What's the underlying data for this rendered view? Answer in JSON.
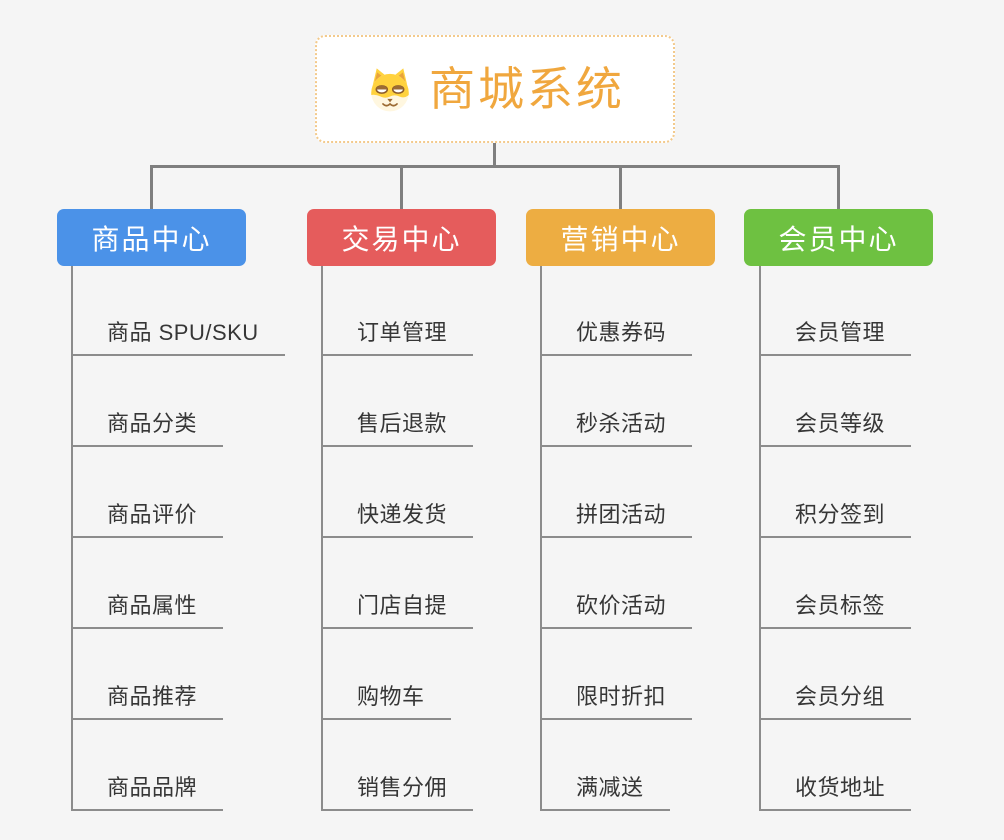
{
  "canvas": {
    "background": "#F5F5F5"
  },
  "root": {
    "label": "商城系统",
    "icon": "dog-face-icon",
    "text_color": "#F0A73E",
    "border_color": "#F3CA8C",
    "background": "#FFFFFF"
  },
  "colors": {
    "connector": "#7F7F7F",
    "leaf_line": "#8C8C8C",
    "leaf_text": "#363636"
  },
  "branches": [
    {
      "id": "product-center",
      "label": "商品中心",
      "color": "#4B92E8",
      "items": [
        "商品 SPU/SKU",
        "商品分类",
        "商品评价",
        "商品属性",
        "商品推荐",
        "商品品牌"
      ]
    },
    {
      "id": "trade-center",
      "label": "交易中心",
      "color": "#E55C5C",
      "items": [
        "订单管理",
        "售后退款",
        "快递发货",
        "门店自提",
        "购物车",
        "销售分佣"
      ]
    },
    {
      "id": "marketing-center",
      "label": "营销中心",
      "color": "#EDAD42",
      "items": [
        "优惠券码",
        "秒杀活动",
        "拼团活动",
        "砍价活动",
        "限时折扣",
        "满减送"
      ]
    },
    {
      "id": "member-center",
      "label": "会员中心",
      "color": "#6EC141",
      "items": [
        "会员管理",
        "会员等级",
        "积分签到",
        "会员标签",
        "会员分组",
        "收货地址"
      ]
    }
  ]
}
